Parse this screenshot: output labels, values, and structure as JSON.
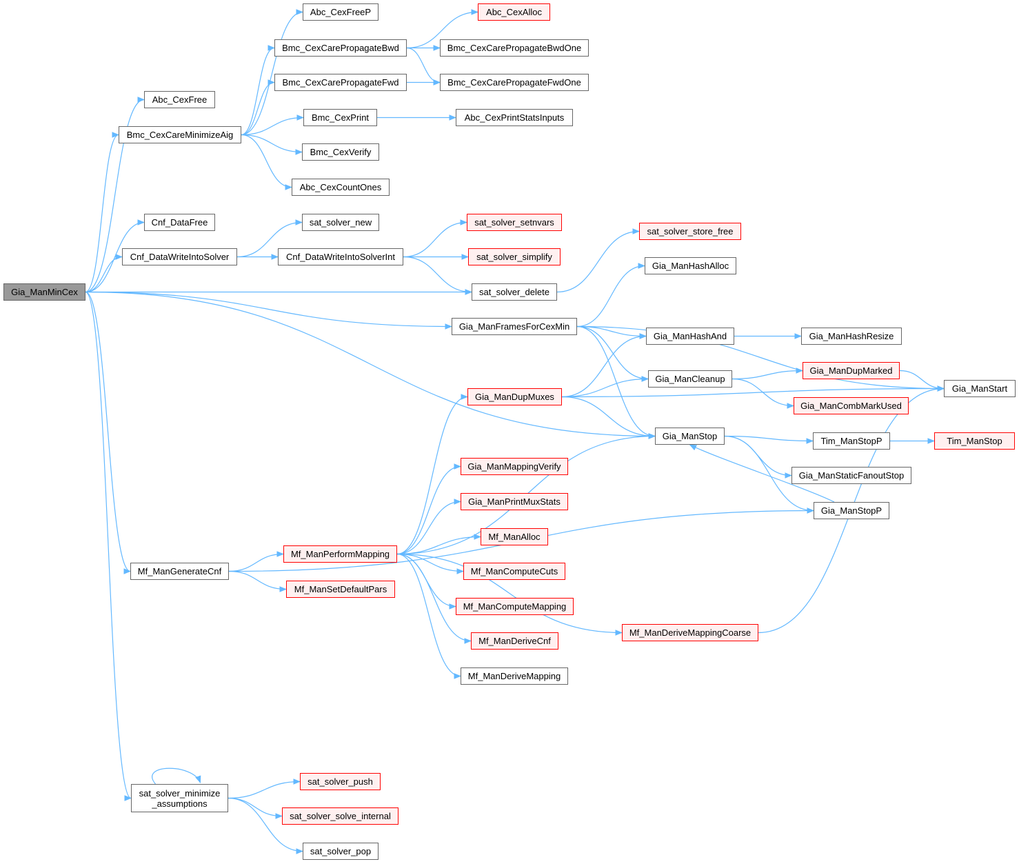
{
  "graph": {
    "title": "Gia_ManMinCex call graph",
    "colors": {
      "edge": "#63b8ff",
      "root_fill": "#999999",
      "red_border": "#ff0000",
      "red_fill": "#fff0f0",
      "border": "#666666"
    },
    "nodes": [
      {
        "id": "Gia_ManMinCex",
        "label": "Gia_ManMinCex",
        "style": "root"
      },
      {
        "id": "Abc_CexFree",
        "label": "Abc_CexFree",
        "style": "normal"
      },
      {
        "id": "Bmc_CexCareMinimizeAig",
        "label": "Bmc_CexCareMinimizeAig",
        "style": "normal"
      },
      {
        "id": "Cnf_DataFree",
        "label": "Cnf_DataFree",
        "style": "normal"
      },
      {
        "id": "Cnf_DataWriteIntoSolver",
        "label": "Cnf_DataWriteIntoSolver",
        "style": "normal"
      },
      {
        "id": "Mf_ManGenerateCnf",
        "label": "Mf_ManGenerateCnf",
        "style": "normal"
      },
      {
        "id": "sat_solver_minimize_assumptions",
        "label": "sat_solver_minimize\n_assumptions",
        "style": "normal"
      },
      {
        "id": "Abc_CexFreeP",
        "label": "Abc_CexFreeP",
        "style": "normal"
      },
      {
        "id": "Bmc_CexCarePropagateBwd",
        "label": "Bmc_CexCarePropagateBwd",
        "style": "normal"
      },
      {
        "id": "Bmc_CexCarePropagateFwd",
        "label": "Bmc_CexCarePropagateFwd",
        "style": "normal"
      },
      {
        "id": "Bmc_CexPrint",
        "label": "Bmc_CexPrint",
        "style": "normal"
      },
      {
        "id": "Bmc_CexVerify",
        "label": "Bmc_CexVerify",
        "style": "normal"
      },
      {
        "id": "Abc_CexCountOnes",
        "label": "Abc_CexCountOnes",
        "style": "normal"
      },
      {
        "id": "sat_solver_new",
        "label": "sat_solver_new",
        "style": "normal"
      },
      {
        "id": "Cnf_DataWriteIntoSolverInt",
        "label": "Cnf_DataWriteIntoSolverInt",
        "style": "normal"
      },
      {
        "id": "Gia_ManDupMuxes",
        "label": "Gia_ManDupMuxes",
        "style": "red"
      },
      {
        "id": "Mf_ManPerformMapping",
        "label": "Mf_ManPerformMapping",
        "style": "red"
      },
      {
        "id": "Mf_ManSetDefaultPars",
        "label": "Mf_ManSetDefaultPars",
        "style": "red"
      },
      {
        "id": "sat_solver_push",
        "label": "sat_solver_push",
        "style": "red"
      },
      {
        "id": "sat_solver_solve_internal",
        "label": "sat_solver_solve_internal",
        "style": "red"
      },
      {
        "id": "sat_solver_pop",
        "label": "sat_solver_pop",
        "style": "normal"
      },
      {
        "id": "Abc_CexAlloc",
        "label": "Abc_CexAlloc",
        "style": "red"
      },
      {
        "id": "Bmc_CexCarePropagateBwdOne",
        "label": "Bmc_CexCarePropagateBwdOne",
        "style": "normal"
      },
      {
        "id": "Bmc_CexCarePropagateFwdOne",
        "label": "Bmc_CexCarePropagateFwdOne",
        "style": "normal"
      },
      {
        "id": "Abc_CexPrintStatsInputs",
        "label": "Abc_CexPrintStatsInputs",
        "style": "normal"
      },
      {
        "id": "sat_solver_setnvars",
        "label": "sat_solver_setnvars",
        "style": "red"
      },
      {
        "id": "sat_solver_simplify",
        "label": "sat_solver_simplify",
        "style": "red"
      },
      {
        "id": "sat_solver_delete",
        "label": "sat_solver_delete",
        "style": "normal"
      },
      {
        "id": "Gia_ManFramesForCexMin",
        "label": "Gia_ManFramesForCexMin",
        "style": "normal"
      },
      {
        "id": "Gia_ManMappingVerify",
        "label": "Gia_ManMappingVerify",
        "style": "red"
      },
      {
        "id": "Gia_ManPrintMuxStats",
        "label": "Gia_ManPrintMuxStats",
        "style": "red"
      },
      {
        "id": "Mf_ManAlloc",
        "label": "Mf_ManAlloc",
        "style": "red"
      },
      {
        "id": "Mf_ManComputeCuts",
        "label": "Mf_ManComputeCuts",
        "style": "red"
      },
      {
        "id": "Mf_ManComputeMapping",
        "label": "Mf_ManComputeMapping",
        "style": "red"
      },
      {
        "id": "Mf_ManDeriveCnf",
        "label": "Mf_ManDeriveCnf",
        "style": "red"
      },
      {
        "id": "Mf_ManDeriveMapping",
        "label": "Mf_ManDeriveMapping",
        "style": "normal"
      },
      {
        "id": "Mf_ManDeriveMappingCoarse",
        "label": "Mf_ManDeriveMappingCoarse",
        "style": "red"
      },
      {
        "id": "sat_solver_store_free",
        "label": "sat_solver_store_free",
        "style": "red"
      },
      {
        "id": "Gia_ManHashAlloc",
        "label": "Gia_ManHashAlloc",
        "style": "normal"
      },
      {
        "id": "Gia_ManHashAnd",
        "label": "Gia_ManHashAnd",
        "style": "normal"
      },
      {
        "id": "Gia_ManCleanup",
        "label": "Gia_ManCleanup",
        "style": "normal"
      },
      {
        "id": "Gia_ManStop",
        "label": "Gia_ManStop",
        "style": "normal"
      },
      {
        "id": "Gia_ManHashResize",
        "label": "Gia_ManHashResize",
        "style": "normal"
      },
      {
        "id": "Gia_ManDupMarked",
        "label": "Gia_ManDupMarked",
        "style": "red"
      },
      {
        "id": "Gia_ManCombMarkUsed",
        "label": "Gia_ManCombMarkUsed",
        "style": "red"
      },
      {
        "id": "Tim_ManStopP",
        "label": "Tim_ManStopP",
        "style": "normal"
      },
      {
        "id": "Gia_ManStaticFanoutStop",
        "label": "Gia_ManStaticFanoutStop",
        "style": "normal"
      },
      {
        "id": "Gia_ManStopP",
        "label": "Gia_ManStopP",
        "style": "normal"
      },
      {
        "id": "Gia_ManStart",
        "label": "Gia_ManStart",
        "style": "normal"
      },
      {
        "id": "Tim_ManStop",
        "label": "Tim_ManStop",
        "style": "red"
      }
    ],
    "edges": [
      [
        "Gia_ManMinCex",
        "Abc_CexFree"
      ],
      [
        "Gia_ManMinCex",
        "Bmc_CexCareMinimizeAig"
      ],
      [
        "Gia_ManMinCex",
        "Cnf_DataFree"
      ],
      [
        "Gia_ManMinCex",
        "Cnf_DataWriteIntoSolver"
      ],
      [
        "Gia_ManMinCex",
        "sat_solver_delete"
      ],
      [
        "Gia_ManMinCex",
        "Gia_ManFramesForCexMin"
      ],
      [
        "Gia_ManMinCex",
        "Gia_ManStop"
      ],
      [
        "Gia_ManMinCex",
        "Mf_ManGenerateCnf"
      ],
      [
        "Gia_ManMinCex",
        "sat_solver_minimize_assumptions"
      ],
      [
        "Bmc_CexCareMinimizeAig",
        "Abc_CexFreeP"
      ],
      [
        "Bmc_CexCareMinimizeAig",
        "Bmc_CexCarePropagateBwd"
      ],
      [
        "Bmc_CexCareMinimizeAig",
        "Bmc_CexCarePropagateFwd"
      ],
      [
        "Bmc_CexCareMinimizeAig",
        "Bmc_CexPrint"
      ],
      [
        "Bmc_CexCareMinimizeAig",
        "Bmc_CexVerify"
      ],
      [
        "Bmc_CexCareMinimizeAig",
        "Abc_CexCountOnes"
      ],
      [
        "Bmc_CexCarePropagateBwd",
        "Abc_CexAlloc"
      ],
      [
        "Bmc_CexCarePropagateBwd",
        "Bmc_CexCarePropagateBwdOne"
      ],
      [
        "Bmc_CexCarePropagateBwd",
        "Bmc_CexCarePropagateFwdOne"
      ],
      [
        "Bmc_CexCarePropagateFwd",
        "Bmc_CexCarePropagateFwdOne"
      ],
      [
        "Bmc_CexPrint",
        "Abc_CexPrintStatsInputs"
      ],
      [
        "Cnf_DataWriteIntoSolver",
        "sat_solver_new"
      ],
      [
        "Cnf_DataWriteIntoSolver",
        "Cnf_DataWriteIntoSolverInt"
      ],
      [
        "Cnf_DataWriteIntoSolverInt",
        "sat_solver_setnvars"
      ],
      [
        "Cnf_DataWriteIntoSolverInt",
        "sat_solver_simplify"
      ],
      [
        "Cnf_DataWriteIntoSolverInt",
        "sat_solver_delete"
      ],
      [
        "sat_solver_delete",
        "sat_solver_store_free"
      ],
      [
        "Gia_ManFramesForCexMin",
        "Gia_ManHashAlloc"
      ],
      [
        "Gia_ManFramesForCexMin",
        "Gia_ManStart"
      ],
      [
        "Gia_ManFramesForCexMin",
        "Gia_ManHashAnd"
      ],
      [
        "Gia_ManFramesForCexMin",
        "Gia_ManCleanup"
      ],
      [
        "Gia_ManFramesForCexMin",
        "Gia_ManStop"
      ],
      [
        "Gia_ManHashAnd",
        "Gia_ManHashResize"
      ],
      [
        "Gia_ManCleanup",
        "Gia_ManDupMarked"
      ],
      [
        "Gia_ManCleanup",
        "Gia_ManCombMarkUsed"
      ],
      [
        "Gia_ManDupMarked",
        "Gia_ManStart"
      ],
      [
        "Gia_ManDupMuxes",
        "Gia_ManHashAnd"
      ],
      [
        "Gia_ManDupMuxes",
        "Gia_ManCleanup"
      ],
      [
        "Gia_ManDupMuxes",
        "Gia_ManStop"
      ],
      [
        "Gia_ManDupMuxes",
        "Gia_ManStart"
      ],
      [
        "Gia_ManStop",
        "Tim_ManStopP"
      ],
      [
        "Gia_ManStop",
        "Gia_ManStaticFanoutStop"
      ],
      [
        "Gia_ManStop",
        "Gia_ManStopP"
      ],
      [
        "Gia_ManStopP",
        "Gia_ManStop"
      ],
      [
        "Tim_ManStopP",
        "Tim_ManStop"
      ],
      [
        "Mf_ManGenerateCnf",
        "Mf_ManPerformMapping"
      ],
      [
        "Mf_ManGenerateCnf",
        "Mf_ManSetDefaultPars"
      ],
      [
        "Mf_ManGenerateCnf",
        "Gia_ManStopP"
      ],
      [
        "Mf_ManPerformMapping",
        "Gia_ManDupMuxes"
      ],
      [
        "Mf_ManPerformMapping",
        "Gia_ManStop"
      ],
      [
        "Mf_ManPerformMapping",
        "Gia_ManMappingVerify"
      ],
      [
        "Mf_ManPerformMapping",
        "Gia_ManPrintMuxStats"
      ],
      [
        "Mf_ManPerformMapping",
        "Mf_ManAlloc"
      ],
      [
        "Mf_ManPerformMapping",
        "Mf_ManComputeCuts"
      ],
      [
        "Mf_ManPerformMapping",
        "Mf_ManComputeMapping"
      ],
      [
        "Mf_ManPerformMapping",
        "Mf_ManDeriveCnf"
      ],
      [
        "Mf_ManPerformMapping",
        "Mf_ManDeriveMapping"
      ],
      [
        "Mf_ManPerformMapping",
        "Mf_ManDeriveMappingCoarse"
      ],
      [
        "Mf_ManDeriveMappingCoarse",
        "Gia_ManStart"
      ],
      [
        "sat_solver_minimize_assumptions",
        "sat_solver_minimize_assumptions"
      ],
      [
        "sat_solver_minimize_assumptions",
        "sat_solver_push"
      ],
      [
        "sat_solver_minimize_assumptions",
        "sat_solver_solve_internal"
      ],
      [
        "sat_solver_minimize_assumptions",
        "sat_solver_pop"
      ]
    ]
  }
}
